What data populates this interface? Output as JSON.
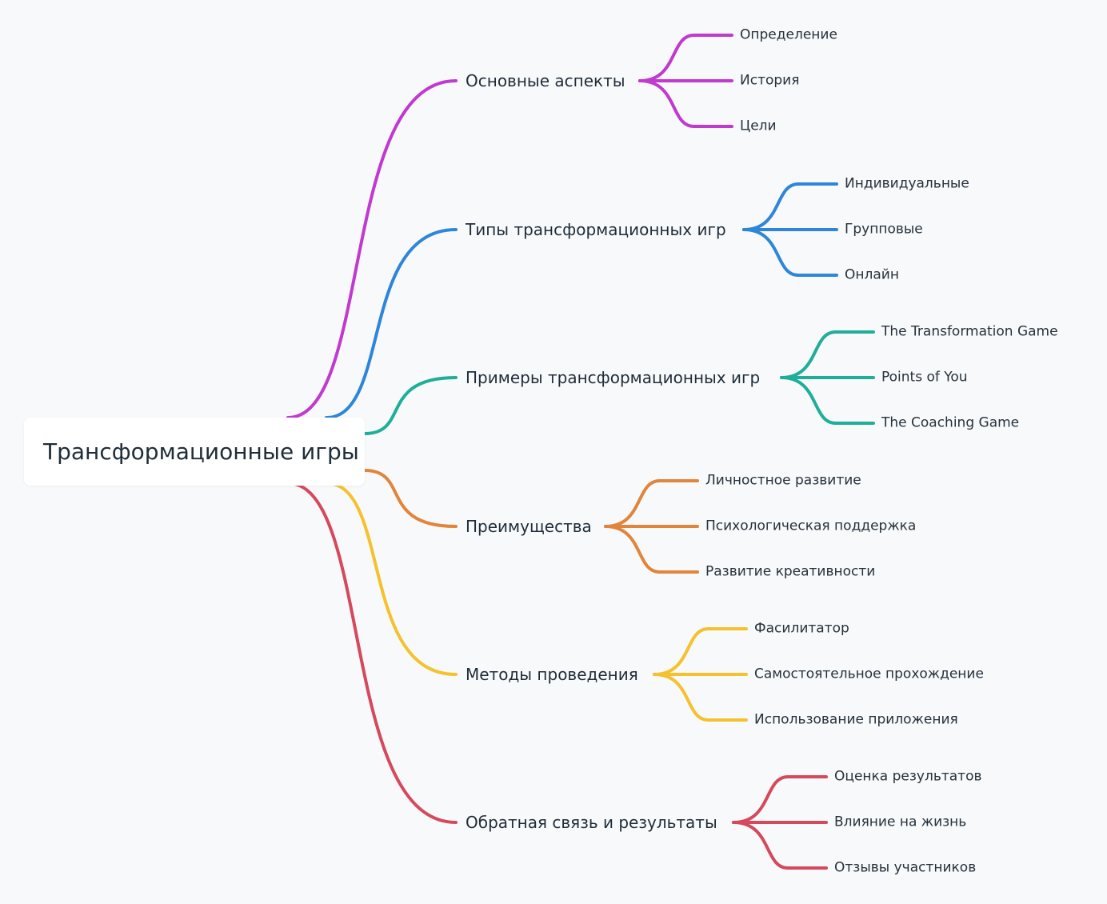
{
  "root": {
    "label": "Трансформационные игры"
  },
  "branches": [
    {
      "label": "Основные аспекты",
      "color": "#c13ad0",
      "children": [
        "Определение",
        "История",
        "Цели"
      ]
    },
    {
      "label": "Типы трансформационных игр",
      "color": "#2e86d8",
      "children": [
        "Индивидуальные",
        "Групповые",
        "Онлайн"
      ]
    },
    {
      "label": "Примеры трансформационных игр",
      "color": "#1fae9a",
      "children": [
        "The Transformation Game",
        "Points of You",
        "The Coaching Game"
      ]
    },
    {
      "label": "Преимущества",
      "color": "#e2853c",
      "children": [
        "Личностное развитие",
        "Психологическая поддержка",
        "Развитие креативности"
      ]
    },
    {
      "label": "Методы проведения",
      "color": "#f5c12e",
      "children": [
        "Фасилитатор",
        "Самостоятельное прохождение",
        "Использование приложения"
      ]
    },
    {
      "label": "Обратная связь и результаты",
      "color": "#d44a5c",
      "children": [
        "Оценка результатов",
        "Влияние на жизнь",
        "Отзывы участников"
      ]
    }
  ]
}
